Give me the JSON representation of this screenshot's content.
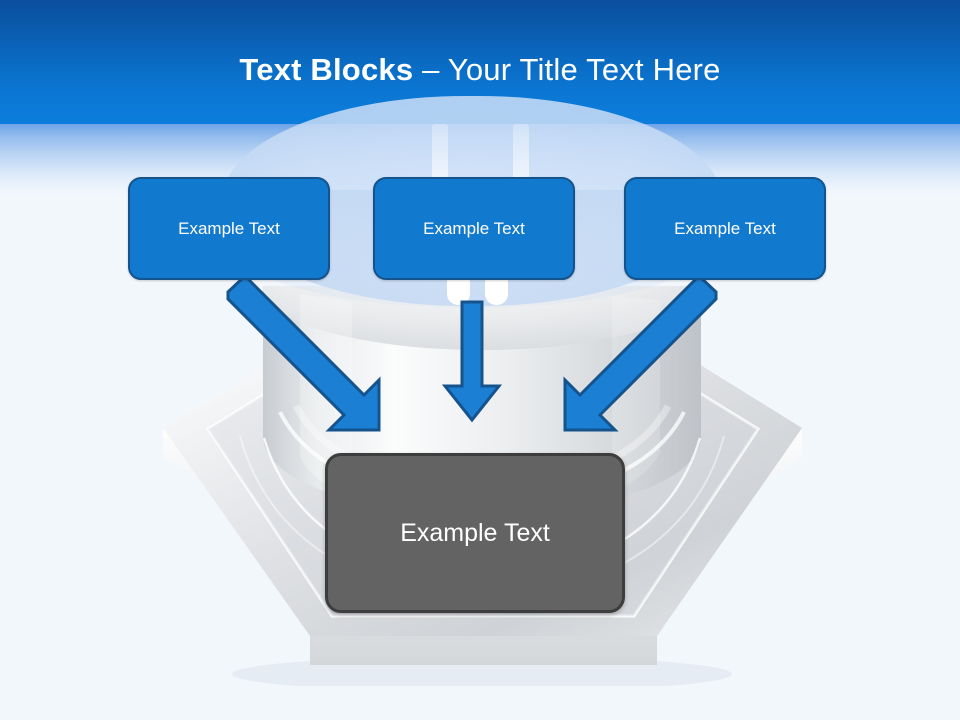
{
  "slide": {
    "background_color": "#f2f7fc",
    "header_color_top": "#0b4f9e",
    "header_color_bottom": "#0c7ddc",
    "accent_color": "#1179ce",
    "accent_border_color": "#15538c",
    "result_color": "#636363",
    "result_border_color": "#3d3d3d",
    "title_color": "#ffffff"
  },
  "header": {
    "title_bold": "Text Blocks",
    "title_separator": " – ",
    "title_light": "Your Title Text Here",
    "title_full": "Text Blocks – Your Title Text Here"
  },
  "diagram": {
    "type": "converging-arrows",
    "top_boxes": [
      {
        "label": "Example Text",
        "name": "text-block-1"
      },
      {
        "label": "Example Text",
        "name": "text-block-2"
      },
      {
        "label": "Example Text",
        "name": "text-block-3"
      }
    ],
    "arrows": [
      {
        "name": "arrow-left",
        "direction": "down-right"
      },
      {
        "name": "arrow-center",
        "direction": "down"
      },
      {
        "name": "arrow-right",
        "direction": "down-left"
      }
    ],
    "result_box": {
      "label": "Example Text",
      "name": "result-block"
    },
    "arrow_color": "#1b7fd4",
    "arrow_border_color": "#15538c"
  },
  "graphic": {
    "name": "hexagon-button-base",
    "description": "3D silver hexagonal base with cylindrical push button and plug prongs"
  }
}
